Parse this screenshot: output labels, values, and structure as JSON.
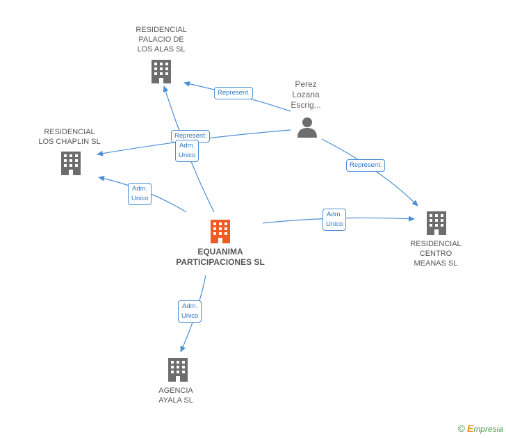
{
  "nodes": {
    "palacio": {
      "label": "RESIDENCIAL\nPALACIO DE\nLOS ALAS  SL"
    },
    "chaplin": {
      "label": "RESIDENCIAL\nLOS CHAPLIN SL"
    },
    "equanima": {
      "label": "EQUANIMA\nPARTICIPACIONES SL"
    },
    "centro": {
      "label": "RESIDENCIAL\nCENTRO\nMEANAS SL"
    },
    "ayala": {
      "label": "AGENCIA\nAYALA SL"
    },
    "perez": {
      "label": "Perez\nLozana\nEscrig..."
    }
  },
  "edges": {
    "perez_palacio": "Represent.",
    "perez_chaplin": "Represent.",
    "perez_centro": "Represent.",
    "equanima_palacio": "Adm.\nUnico",
    "equanima_chaplin": "Adm.\nUnico",
    "equanima_centro": "Adm.\nUnico",
    "equanima_ayala": "Adm.\nUnico"
  },
  "colors": {
    "company": "#6d6d6d",
    "main_company": "#f15a24",
    "person": "#6d6d6d",
    "edge": "#4a8fd6"
  },
  "footer": {
    "copyright": "©",
    "brand_initial": "E",
    "brand_rest": "mpresia"
  }
}
